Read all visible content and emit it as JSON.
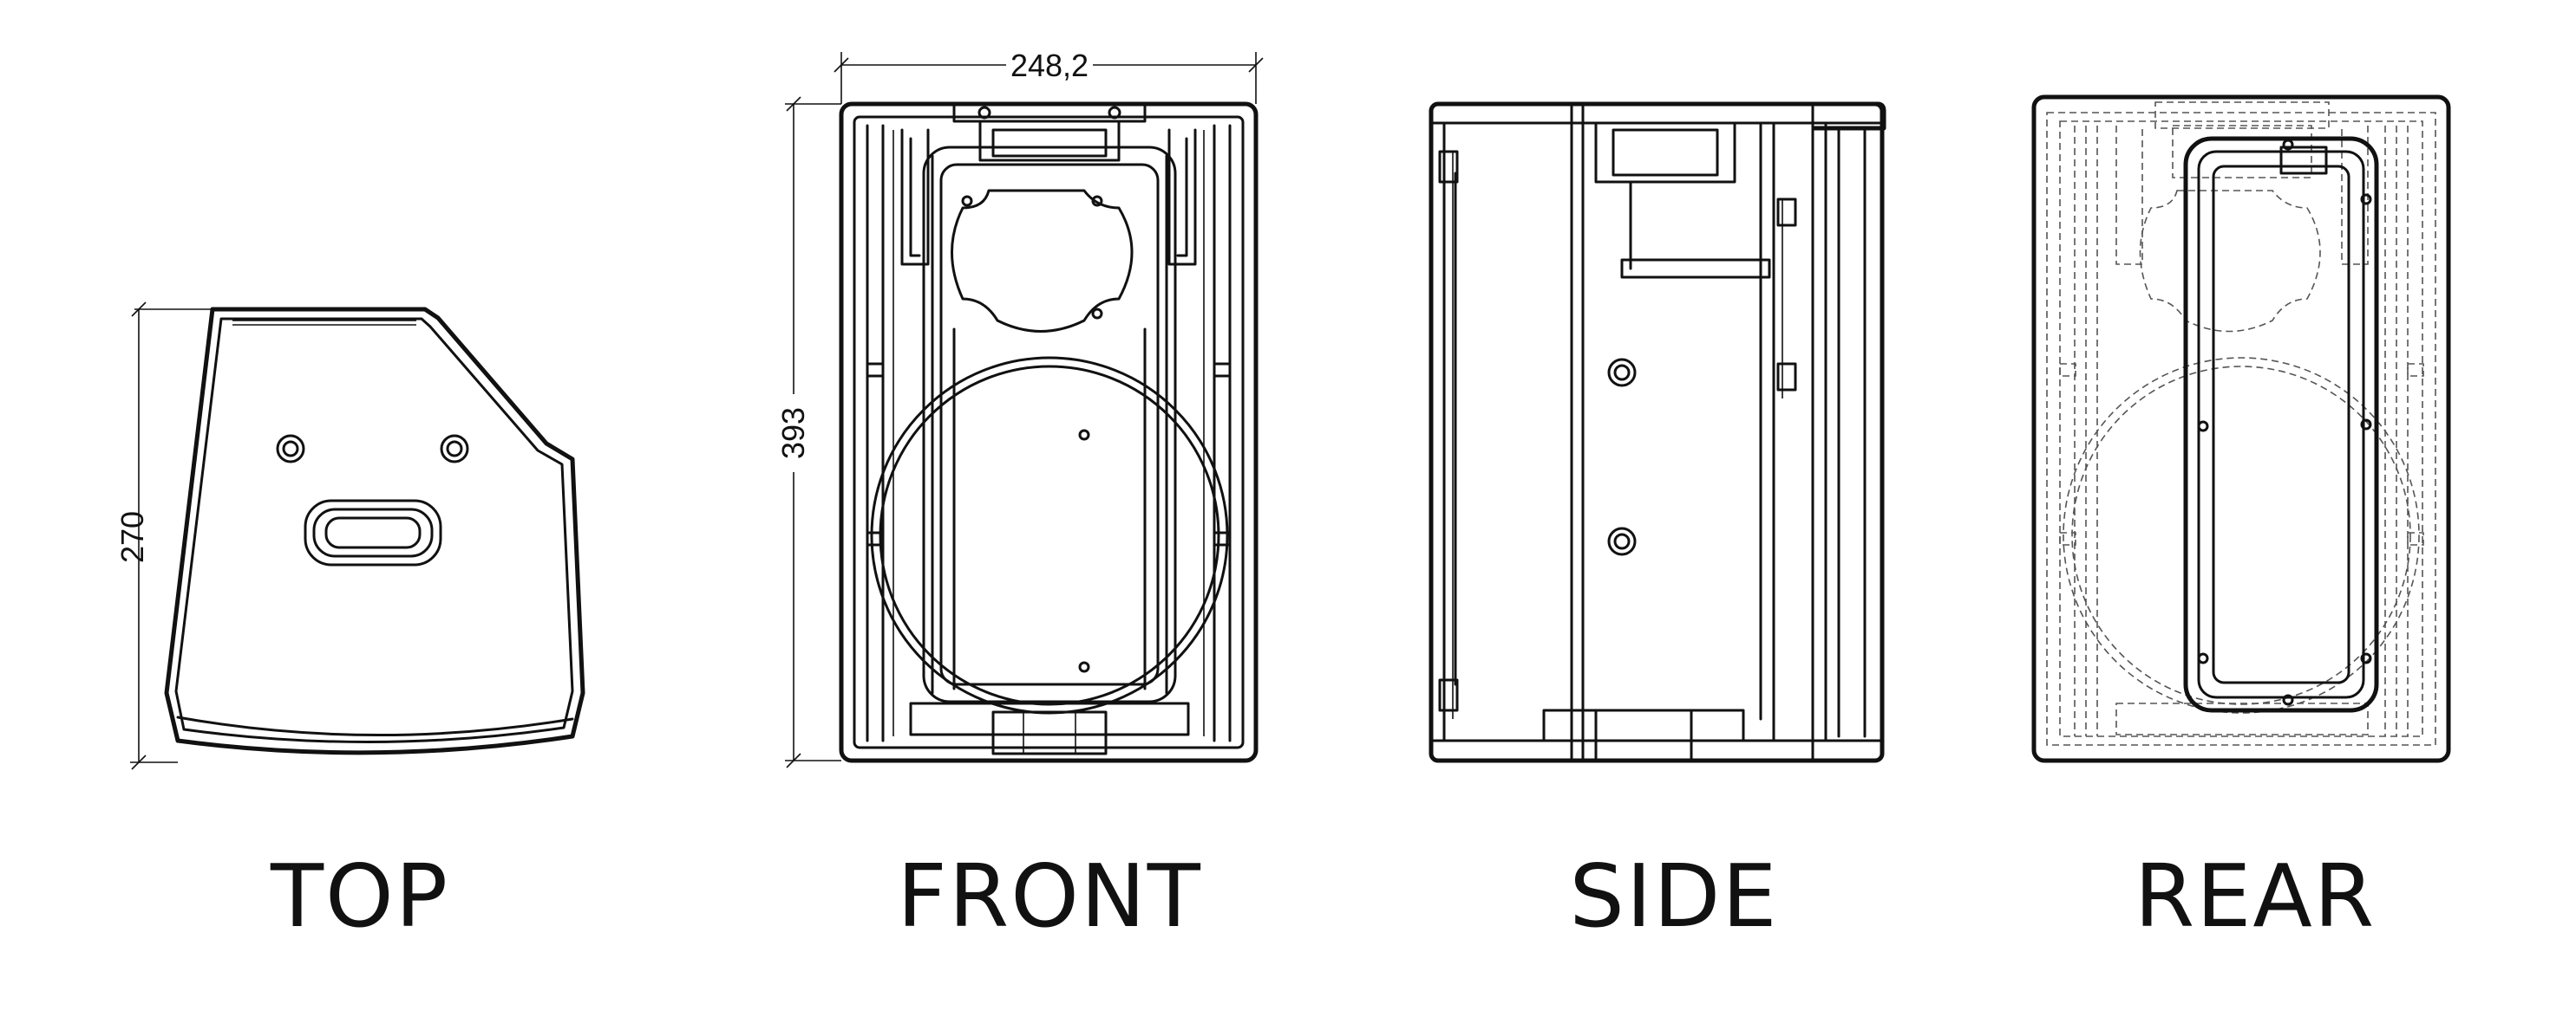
{
  "views": [
    {
      "id": "top",
      "label": "TOP"
    },
    {
      "id": "front",
      "label": "FRONT"
    },
    {
      "id": "side",
      "label": "SIDE"
    },
    {
      "id": "rear",
      "label": "REAR"
    }
  ],
  "dimensions": {
    "top_depth": "270",
    "front_width": "248,2",
    "front_height": "393"
  },
  "colors": {
    "line": "#111111",
    "background": "#ffffff"
  }
}
